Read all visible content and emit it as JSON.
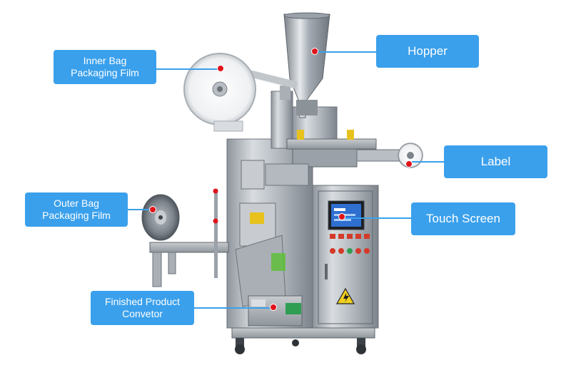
{
  "accent_color": "#3aa0ec",
  "marker_color": "#e1141b",
  "callouts": {
    "hopper": {
      "line1": "Hopper"
    },
    "inner_film": {
      "line1": "Inner Bag",
      "line2": "Packaging Film"
    },
    "label": {
      "line1": "Label"
    },
    "outer_film": {
      "line1": "Outer Bag",
      "line2": "Packaging Film"
    },
    "touch_screen": {
      "line1": "Touch Screen"
    },
    "conveyor": {
      "line1": "Finished Product",
      "line2": "Convetor"
    }
  },
  "machine": {
    "image": "tea-bag-packaging-machine",
    "warning_sign": "electrical-hazard-icon"
  }
}
